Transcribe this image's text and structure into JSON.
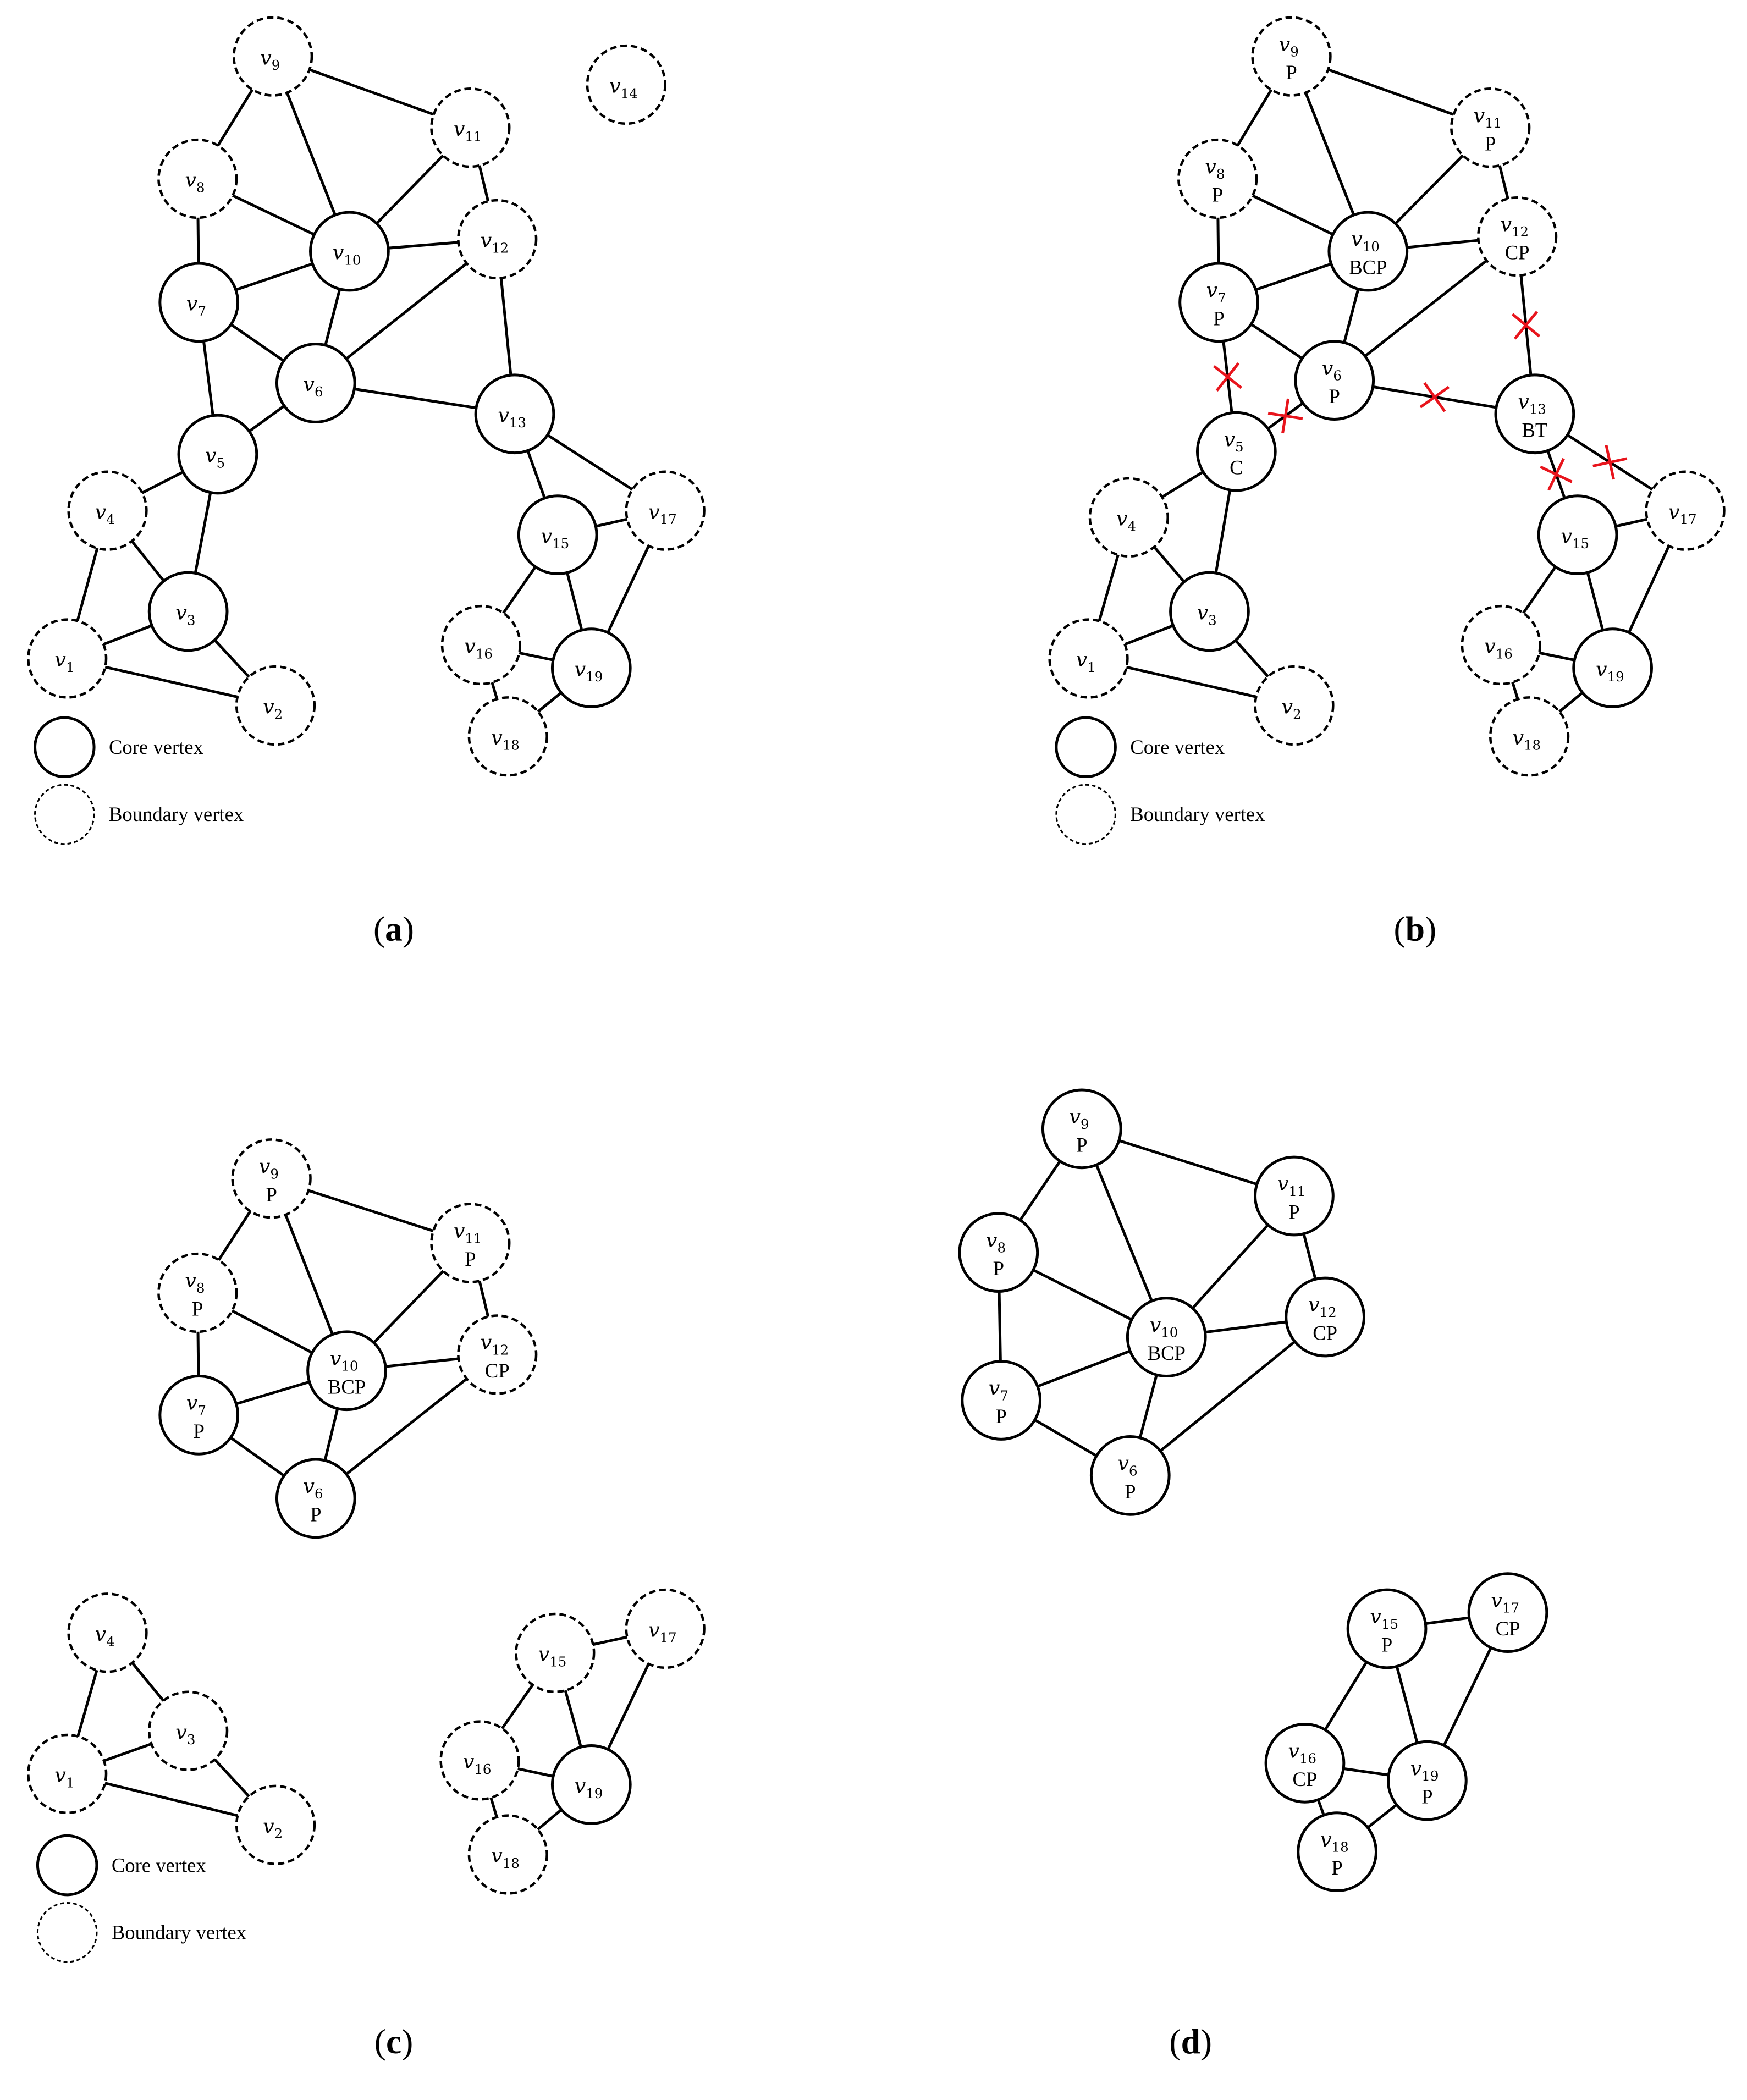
{
  "legend": {
    "core": "Core vertex",
    "boundary": "Boundary vertex"
  },
  "panels": [
    {
      "id": "a",
      "label": "(a)",
      "show_legend": true,
      "vertices": [
        {
          "id": 1,
          "tag": "",
          "type": "boundary"
        },
        {
          "id": 2,
          "tag": "",
          "type": "boundary"
        },
        {
          "id": 3,
          "tag": "",
          "type": "core"
        },
        {
          "id": 4,
          "tag": "",
          "type": "boundary"
        },
        {
          "id": 5,
          "tag": "",
          "type": "core"
        },
        {
          "id": 6,
          "tag": "",
          "type": "core"
        },
        {
          "id": 7,
          "tag": "",
          "type": "core"
        },
        {
          "id": 8,
          "tag": "",
          "type": "boundary"
        },
        {
          "id": 9,
          "tag": "",
          "type": "boundary"
        },
        {
          "id": 10,
          "tag": "",
          "type": "core"
        },
        {
          "id": 11,
          "tag": "",
          "type": "boundary"
        },
        {
          "id": 12,
          "tag": "",
          "type": "boundary"
        },
        {
          "id": 13,
          "tag": "",
          "type": "core"
        },
        {
          "id": 14,
          "tag": "",
          "type": "boundary"
        },
        {
          "id": 15,
          "tag": "",
          "type": "core"
        },
        {
          "id": 16,
          "tag": "",
          "type": "boundary"
        },
        {
          "id": 17,
          "tag": "",
          "type": "boundary"
        },
        {
          "id": 18,
          "tag": "",
          "type": "boundary"
        },
        {
          "id": 19,
          "tag": "",
          "type": "core"
        }
      ],
      "edges": [
        [
          9,
          8
        ],
        [
          9,
          10
        ],
        [
          9,
          11
        ],
        [
          11,
          10
        ],
        [
          11,
          12
        ],
        [
          8,
          10
        ],
        [
          8,
          7
        ],
        [
          7,
          10
        ],
        [
          7,
          6
        ],
        [
          7,
          5
        ],
        [
          10,
          12
        ],
        [
          10,
          6
        ],
        [
          12,
          6
        ],
        [
          12,
          13
        ],
        [
          6,
          5
        ],
        [
          6,
          13
        ],
        [
          5,
          4
        ],
        [
          5,
          3
        ],
        [
          4,
          3
        ],
        [
          4,
          1
        ],
        [
          3,
          1
        ],
        [
          3,
          2
        ],
        [
          1,
          2
        ],
        [
          13,
          15
        ],
        [
          13,
          17
        ],
        [
          15,
          17
        ],
        [
          15,
          16
        ],
        [
          15,
          19
        ],
        [
          17,
          19
        ],
        [
          16,
          19
        ],
        [
          16,
          18
        ],
        [
          18,
          19
        ]
      ],
      "cut_edges": []
    },
    {
      "id": "b",
      "label": "(b)",
      "show_legend": true,
      "vertices": [
        {
          "id": 1,
          "tag": "",
          "type": "boundary"
        },
        {
          "id": 2,
          "tag": "",
          "type": "boundary"
        },
        {
          "id": 3,
          "tag": "",
          "type": "core"
        },
        {
          "id": 4,
          "tag": "",
          "type": "boundary"
        },
        {
          "id": 5,
          "tag": "C",
          "type": "core"
        },
        {
          "id": 6,
          "tag": "P",
          "type": "core"
        },
        {
          "id": 7,
          "tag": "P",
          "type": "core"
        },
        {
          "id": 8,
          "tag": "P",
          "type": "boundary"
        },
        {
          "id": 9,
          "tag": "P",
          "type": "boundary"
        },
        {
          "id": 10,
          "tag": "BCP",
          "type": "core"
        },
        {
          "id": 11,
          "tag": "P",
          "type": "boundary"
        },
        {
          "id": 12,
          "tag": "CP",
          "type": "boundary"
        },
        {
          "id": 13,
          "tag": "BT",
          "type": "core"
        },
        {
          "id": 15,
          "tag": "",
          "type": "core"
        },
        {
          "id": 16,
          "tag": "",
          "type": "boundary"
        },
        {
          "id": 17,
          "tag": "",
          "type": "boundary"
        },
        {
          "id": 18,
          "tag": "",
          "type": "boundary"
        },
        {
          "id": 19,
          "tag": "",
          "type": "core"
        }
      ],
      "edges": [
        [
          9,
          8
        ],
        [
          9,
          10
        ],
        [
          9,
          11
        ],
        [
          11,
          10
        ],
        [
          11,
          12
        ],
        [
          8,
          10
        ],
        [
          8,
          7
        ],
        [
          7,
          10
        ],
        [
          7,
          6
        ],
        [
          7,
          5
        ],
        [
          10,
          12
        ],
        [
          10,
          6
        ],
        [
          12,
          6
        ],
        [
          12,
          13
        ],
        [
          6,
          5
        ],
        [
          6,
          13
        ],
        [
          5,
          4
        ],
        [
          5,
          3
        ],
        [
          4,
          3
        ],
        [
          4,
          1
        ],
        [
          3,
          1
        ],
        [
          3,
          2
        ],
        [
          1,
          2
        ],
        [
          13,
          15
        ],
        [
          13,
          17
        ],
        [
          15,
          17
        ],
        [
          15,
          16
        ],
        [
          15,
          19
        ],
        [
          17,
          19
        ],
        [
          16,
          19
        ],
        [
          16,
          18
        ],
        [
          18,
          19
        ]
      ],
      "cut_edges": [
        [
          7,
          5
        ],
        [
          6,
          5
        ],
        [
          6,
          13
        ],
        [
          12,
          13
        ],
        [
          13,
          15
        ],
        [
          13,
          17
        ]
      ]
    },
    {
      "id": "c",
      "label": "(c)",
      "show_legend": true,
      "vertices": [
        {
          "id": 1,
          "tag": "",
          "type": "boundary"
        },
        {
          "id": 2,
          "tag": "",
          "type": "boundary"
        },
        {
          "id": 3,
          "tag": "",
          "type": "boundary"
        },
        {
          "id": 4,
          "tag": "",
          "type": "boundary"
        },
        {
          "id": 6,
          "tag": "P",
          "type": "core"
        },
        {
          "id": 7,
          "tag": "P",
          "type": "core"
        },
        {
          "id": 8,
          "tag": "P",
          "type": "boundary"
        },
        {
          "id": 9,
          "tag": "P",
          "type": "boundary"
        },
        {
          "id": 10,
          "tag": "BCP",
          "type": "core"
        },
        {
          "id": 11,
          "tag": "P",
          "type": "boundary"
        },
        {
          "id": 12,
          "tag": "CP",
          "type": "boundary"
        },
        {
          "id": 15,
          "tag": "",
          "type": "boundary"
        },
        {
          "id": 16,
          "tag": "",
          "type": "boundary"
        },
        {
          "id": 17,
          "tag": "",
          "type": "boundary"
        },
        {
          "id": 18,
          "tag": "",
          "type": "boundary"
        },
        {
          "id": 19,
          "tag": "",
          "type": "core"
        }
      ],
      "edges": [
        [
          9,
          8
        ],
        [
          9,
          10
        ],
        [
          9,
          11
        ],
        [
          11,
          10
        ],
        [
          11,
          12
        ],
        [
          8,
          10
        ],
        [
          8,
          7
        ],
        [
          7,
          10
        ],
        [
          7,
          6
        ],
        [
          10,
          12
        ],
        [
          10,
          6
        ],
        [
          12,
          6
        ],
        [
          4,
          3
        ],
        [
          4,
          1
        ],
        [
          3,
          1
        ],
        [
          3,
          2
        ],
        [
          1,
          2
        ],
        [
          15,
          17
        ],
        [
          15,
          16
        ],
        [
          15,
          19
        ],
        [
          17,
          19
        ],
        [
          16,
          19
        ],
        [
          16,
          18
        ],
        [
          18,
          19
        ]
      ],
      "cut_edges": []
    },
    {
      "id": "d",
      "label": "(d)",
      "show_legend": false,
      "vertices": [
        {
          "id": 6,
          "tag": "P",
          "type": "core"
        },
        {
          "id": 7,
          "tag": "P",
          "type": "core"
        },
        {
          "id": 8,
          "tag": "P",
          "type": "core"
        },
        {
          "id": 9,
          "tag": "P",
          "type": "core"
        },
        {
          "id": 10,
          "tag": "BCP",
          "type": "core"
        },
        {
          "id": 11,
          "tag": "P",
          "type": "core"
        },
        {
          "id": 12,
          "tag": "CP",
          "type": "core"
        },
        {
          "id": 15,
          "tag": "P",
          "type": "core"
        },
        {
          "id": 16,
          "tag": "CP",
          "type": "core"
        },
        {
          "id": 17,
          "tag": "CP",
          "type": "core"
        },
        {
          "id": 18,
          "tag": "P",
          "type": "core"
        },
        {
          "id": 19,
          "tag": "P",
          "type": "core"
        }
      ],
      "edges": [
        [
          9,
          8
        ],
        [
          9,
          10
        ],
        [
          9,
          11
        ],
        [
          11,
          10
        ],
        [
          11,
          12
        ],
        [
          8,
          10
        ],
        [
          8,
          7
        ],
        [
          7,
          10
        ],
        [
          7,
          6
        ],
        [
          10,
          12
        ],
        [
          10,
          6
        ],
        [
          12,
          6
        ],
        [
          15,
          17
        ],
        [
          15,
          16
        ],
        [
          15,
          19
        ],
        [
          17,
          19
        ],
        [
          16,
          19
        ],
        [
          16,
          18
        ],
        [
          18,
          19
        ]
      ],
      "cut_edges": []
    }
  ]
}
